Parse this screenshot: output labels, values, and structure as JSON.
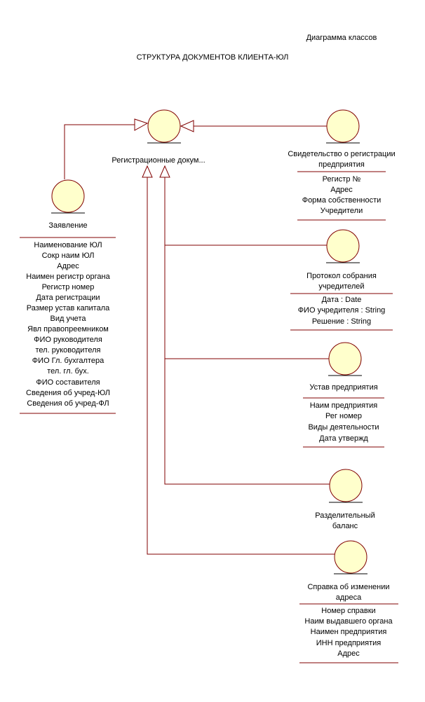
{
  "header": {
    "diagram_type": "Диаграмма классов",
    "title": "СТРУКТУРА ДОКУМЕНТОВ КЛИЕНТА-ЮЛ"
  },
  "colors": {
    "line": "#800000",
    "entity_fill": "#ffffcc"
  },
  "classes": {
    "reg": {
      "name": "Регистрационные докум...",
      "attributes": []
    },
    "svid": {
      "name": [
        "Свидетельство о регистрации",
        "предприятия"
      ],
      "attributes": [
        "Регистр №",
        "Адрес",
        "Форма собственности",
        "Учредители"
      ]
    },
    "zayav": {
      "name": "Заявление",
      "attributes": [
        "Наименование ЮЛ",
        "Сокр наим ЮЛ",
        "Адрес",
        "Наимен регистр органа",
        "Регистр номер",
        "Дата регистрации",
        "Размер устав капитала",
        "Вид учета",
        "Явл правопреемником",
        "ФИО руководителя",
        "тел. руководителя",
        "ФИО Гл. бухгалтера",
        "тел. гл. бух.",
        "ФИО составителя",
        "Сведения об учред-ЮЛ",
        "Сведения об учред-ФЛ"
      ]
    },
    "protokol": {
      "name": [
        "Протокол собрания",
        "учредителей"
      ],
      "attributes": [
        "Дата : Date",
        "ФИО учредителя : String",
        "Решение : String"
      ]
    },
    "ustav": {
      "name": "Устав предприятия",
      "attributes": [
        "Наим предприятия",
        "Рег номер",
        "Виды деятельности",
        "Дата утвержд"
      ]
    },
    "razdel": {
      "name": [
        "Разделительный",
        "баланс"
      ],
      "attributes": []
    },
    "spravka": {
      "name": [
        "Справка об изменении",
        "адреса"
      ],
      "attributes": [
        "Номер справки",
        "Наим выдавшего органа",
        "Наимен предприятия",
        "ИНН предприятия",
        "Адрес"
      ]
    }
  }
}
